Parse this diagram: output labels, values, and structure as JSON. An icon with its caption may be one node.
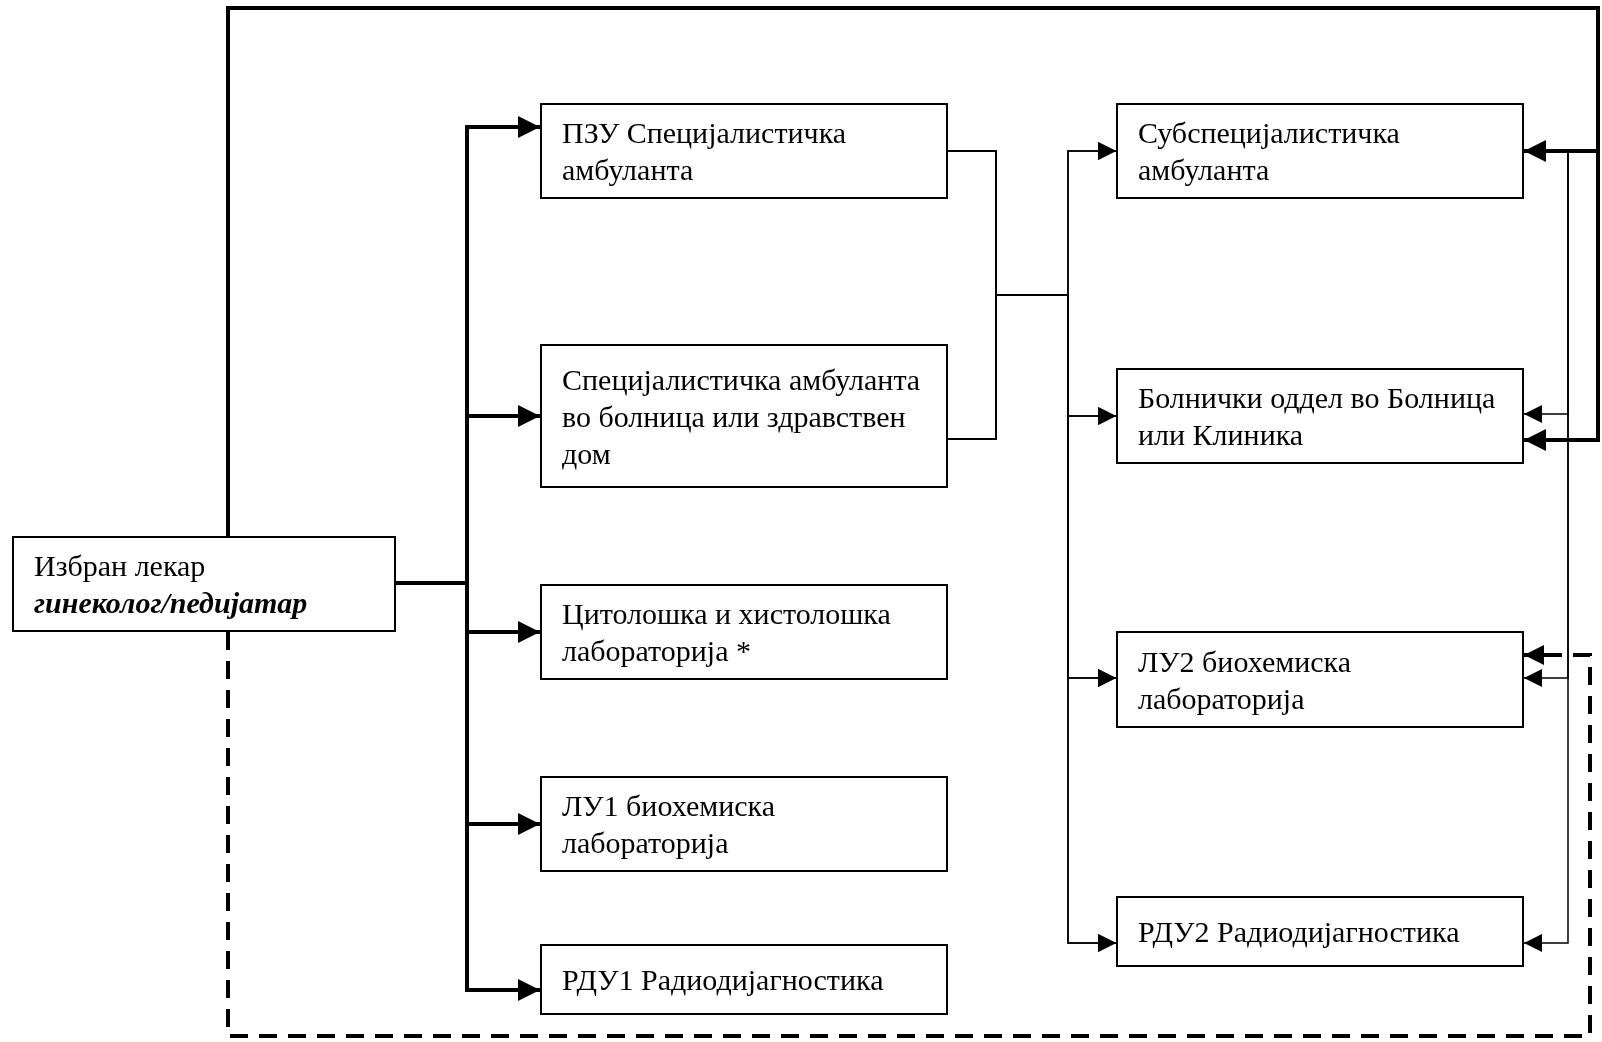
{
  "diagram": {
    "nodes": [
      {
        "text": [
          "Избран лекар",
          "гинеколог/педијатар"
        ]
      },
      {
        "text": [
          "ПЗУ Специјалистичка амбуланта"
        ]
      },
      {
        "text": [
          "Специјалистичка амбуланта во болница или здравствен дом"
        ]
      },
      {
        "text": [
          "Цитолошка и хистолошка лабораторија *"
        ]
      },
      {
        "text": [
          "ЛУ1 биохемиска лабораторија"
        ]
      },
      {
        "text": [
          "РДУ1 Радиодијагностика"
        ]
      },
      {
        "text": [
          "Субспецијалистичка амбуланта"
        ]
      },
      {
        "text": [
          "Болнички оддел во Болница или Клиника"
        ]
      },
      {
        "text": [
          "ЛУ2 биохемиска лабораторија"
        ]
      },
      {
        "text": [
          "РДУ2 Радиодијагностика"
        ]
      }
    ],
    "edges": [
      {
        "from": 0,
        "to": 1,
        "arrow": "to",
        "style": "thick"
      },
      {
        "from": 0,
        "to": 2,
        "arrow": "to",
        "style": "thick"
      },
      {
        "from": 0,
        "to": 3,
        "arrow": "to",
        "style": "thick"
      },
      {
        "from": 0,
        "to": 4,
        "arrow": "to",
        "style": "thick"
      },
      {
        "from": 0,
        "to": 5,
        "arrow": "to",
        "style": "thick"
      },
      {
        "from": 1,
        "to": 6,
        "arrow": "to"
      },
      {
        "from": 1,
        "to": 7,
        "arrow": "to"
      },
      {
        "from": 1,
        "to": 8,
        "arrow": "to"
      },
      {
        "from": 1,
        "to": 9,
        "arrow": "to"
      },
      {
        "from": 2,
        "to": 6,
        "arrow": "to"
      },
      {
        "from": 2,
        "to": 7,
        "arrow": "to"
      },
      {
        "from": 2,
        "to": 8,
        "arrow": "to"
      },
      {
        "from": 2,
        "to": 9,
        "arrow": "to"
      },
      {
        "from": 0,
        "to": 6,
        "arrow": "to",
        "style": "thick"
      },
      {
        "from": 0,
        "to": 7,
        "arrow": "to",
        "style": "thick"
      },
      {
        "from": 0,
        "to": 8,
        "arrow": "to",
        "style": "dashed"
      },
      {
        "from": 6,
        "to": 7,
        "arrow": "to"
      },
      {
        "from": 6,
        "to": 8,
        "arrow": "to"
      },
      {
        "from": 6,
        "to": 9,
        "arrow": "to"
      }
    ]
  }
}
